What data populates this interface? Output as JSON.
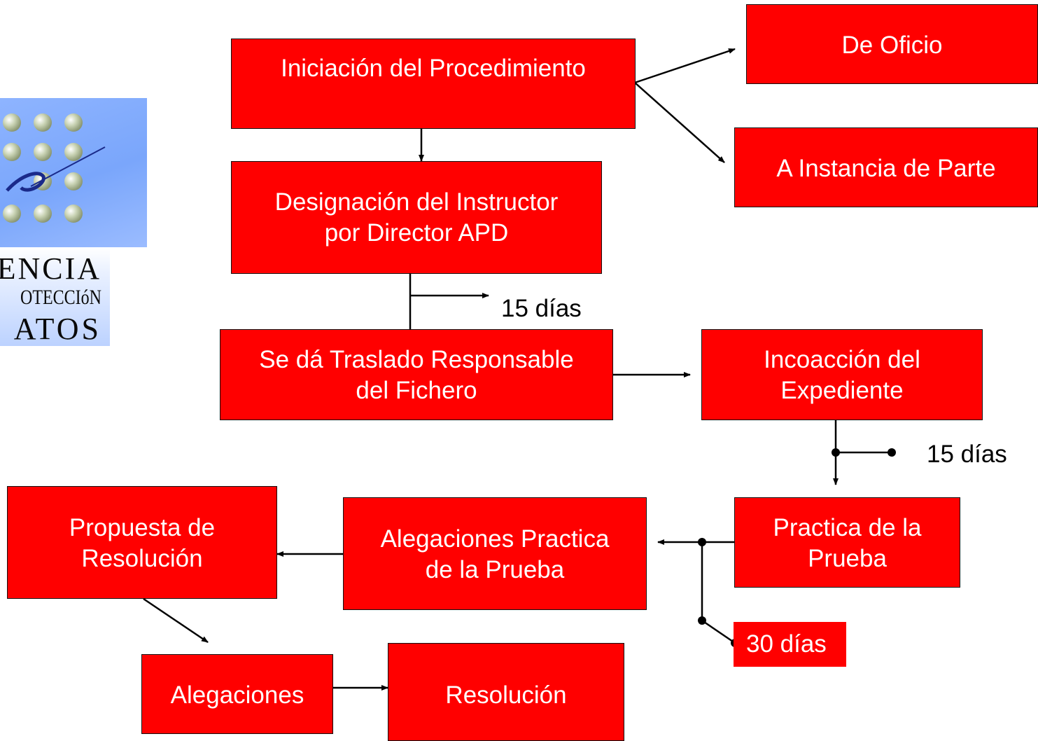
{
  "logo": {
    "lines": [
      "ENCIA",
      "OTECCIóN",
      "ATOS"
    ]
  },
  "colors": {
    "box_fill": "#ff0000",
    "box_border": "#111111",
    "box_text": "#ffffff",
    "connector": "#000000"
  },
  "nodes": {
    "iniciacion": "Iniciación del Procedimiento",
    "de_oficio": "De Oficio",
    "a_instancia": "A Instancia de Parte",
    "designacion": "Designación del Instructor\npor Director APD",
    "traslado": "Se dá Traslado Responsable\ndel Fichero",
    "incoaccion": "Incoacción del\nExpediente",
    "practica": "Practica de la\nPrueba",
    "alegaciones_practica": "Alegaciones Practica\nde la Prueba",
    "propuesta": "Propuesta de\nResolución",
    "alegaciones": "Alegaciones",
    "resolucion": "Resolución"
  },
  "time_labels": {
    "t1": "15 días",
    "t2": "15 días",
    "t3": "30 días"
  }
}
